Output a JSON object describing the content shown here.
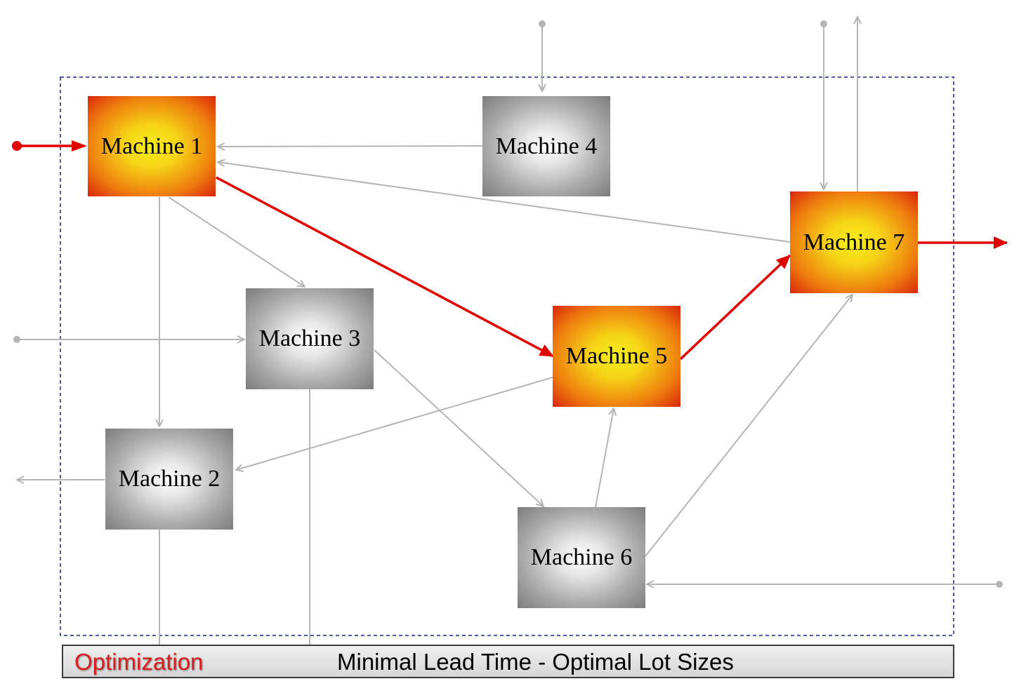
{
  "diagram": {
    "machines": {
      "m1": {
        "label": "Machine 1",
        "state": "on-critical-path"
      },
      "m2": {
        "label": "Machine 2",
        "state": "normal"
      },
      "m3": {
        "label": "Machine 3",
        "state": "normal"
      },
      "m4": {
        "label": "Machine 4",
        "state": "normal"
      },
      "m5": {
        "label": "Machine 5",
        "state": "on-critical-path"
      },
      "m6": {
        "label": "Machine 6",
        "state": "normal"
      },
      "m7": {
        "label": "Machine 7",
        "state": "on-critical-path"
      }
    },
    "critical_path": [
      "Machine 1",
      "Machine 5",
      "Machine 7"
    ],
    "flows": [
      {
        "from": "external input",
        "to": "Machine 1",
        "kind": "critical"
      },
      {
        "from": "Machine 1",
        "to": "Machine 5",
        "kind": "critical"
      },
      {
        "from": "Machine 5",
        "to": "Machine 7",
        "kind": "critical"
      },
      {
        "from": "Machine 7",
        "to": "external output",
        "kind": "critical"
      },
      {
        "from": "external input",
        "to": "Machine 4",
        "kind": "normal"
      },
      {
        "from": "Machine 4",
        "to": "Machine 1",
        "kind": "normal"
      },
      {
        "from": "Machine 7",
        "to": "Machine 1",
        "kind": "normal"
      },
      {
        "from": "external input",
        "to": "Machine 7",
        "kind": "normal"
      },
      {
        "from": "Machine 7",
        "to": "external output",
        "kind": "normal"
      },
      {
        "from": "Machine 1",
        "to": "Machine 3",
        "kind": "normal"
      },
      {
        "from": "Machine 1",
        "to": "Machine 2",
        "kind": "normal"
      },
      {
        "from": "external input",
        "to": "Machine 3",
        "kind": "normal"
      },
      {
        "from": "Machine 3",
        "to": "Machine 6",
        "kind": "normal"
      },
      {
        "from": "Machine 5",
        "to": "Machine 2",
        "kind": "normal"
      },
      {
        "from": "Machine 2",
        "to": "external output",
        "kind": "normal"
      },
      {
        "from": "Machine 6",
        "to": "Machine 5",
        "kind": "normal"
      },
      {
        "from": "Machine 6",
        "to": "Machine 7",
        "kind": "normal"
      },
      {
        "from": "external input",
        "to": "Machine 6",
        "kind": "normal"
      }
    ]
  },
  "footer": {
    "label": "Optimization",
    "text": "Minimal Lead Time - Optimal Lot Sizes"
  },
  "colors": {
    "critical": "#e10000",
    "normal_flow": "#b4b4b4",
    "boundary": "#1a237e",
    "footer_label": "#d81e1e"
  }
}
